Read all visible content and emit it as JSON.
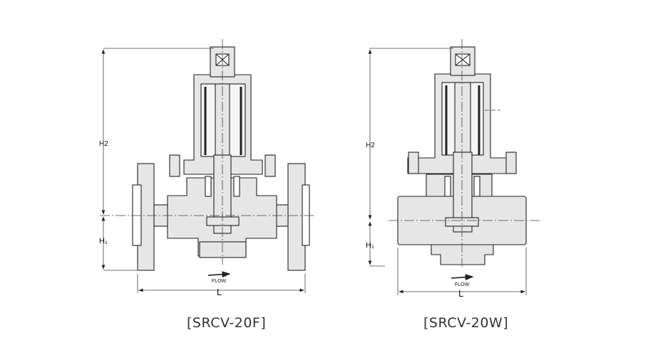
{
  "drawings": [
    {
      "caption": "[SRCV-20F]",
      "dim_h2": "H2",
      "dim_h1": "H₁",
      "dim_l": "L",
      "flow_label": "FLOW"
    },
    {
      "caption": "[SRCV-20W]",
      "dim_h2": "H2",
      "dim_h1": "H₁",
      "dim_l": "L",
      "flow_label": "FLOW"
    }
  ],
  "colors": {
    "body_fill": "#e6e6e6",
    "line": "#222222",
    "dim_line": "#444444"
  }
}
